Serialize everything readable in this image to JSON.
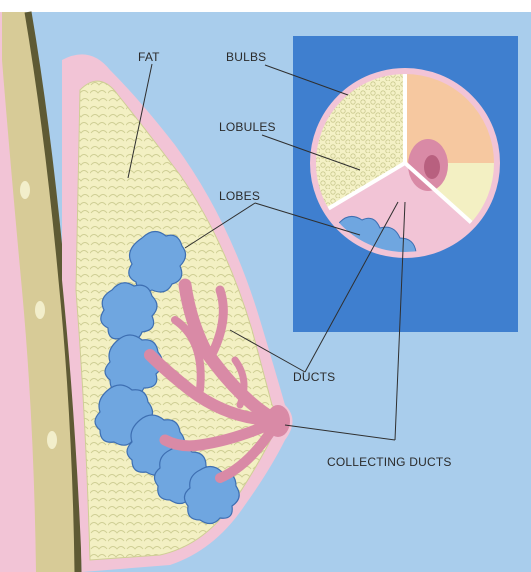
{
  "labels": {
    "fat": "FAT",
    "bulbs": "BULBS",
    "lobules": "LOBULES",
    "lobes": "LOBES",
    "ducts": "DUCTS",
    "collecting_ducts": "COLLECTING DUCTS"
  },
  "colors": {
    "background": "#a9cdec",
    "inset_panel": "#3f7fcf",
    "skin": "#f2c4d6",
    "fat": "#f3f0c3",
    "fat_outline": "#cfcf95",
    "lobe": "#6fa6e0",
    "lobe_outline": "#3e6fb2",
    "duct": "#d98aa6",
    "duct_outline": "#b8607f",
    "areola_fill": "#f6c8a0",
    "chest_wall": "#d7cb97",
    "chest_wall_dark": "#5e5a34"
  }
}
